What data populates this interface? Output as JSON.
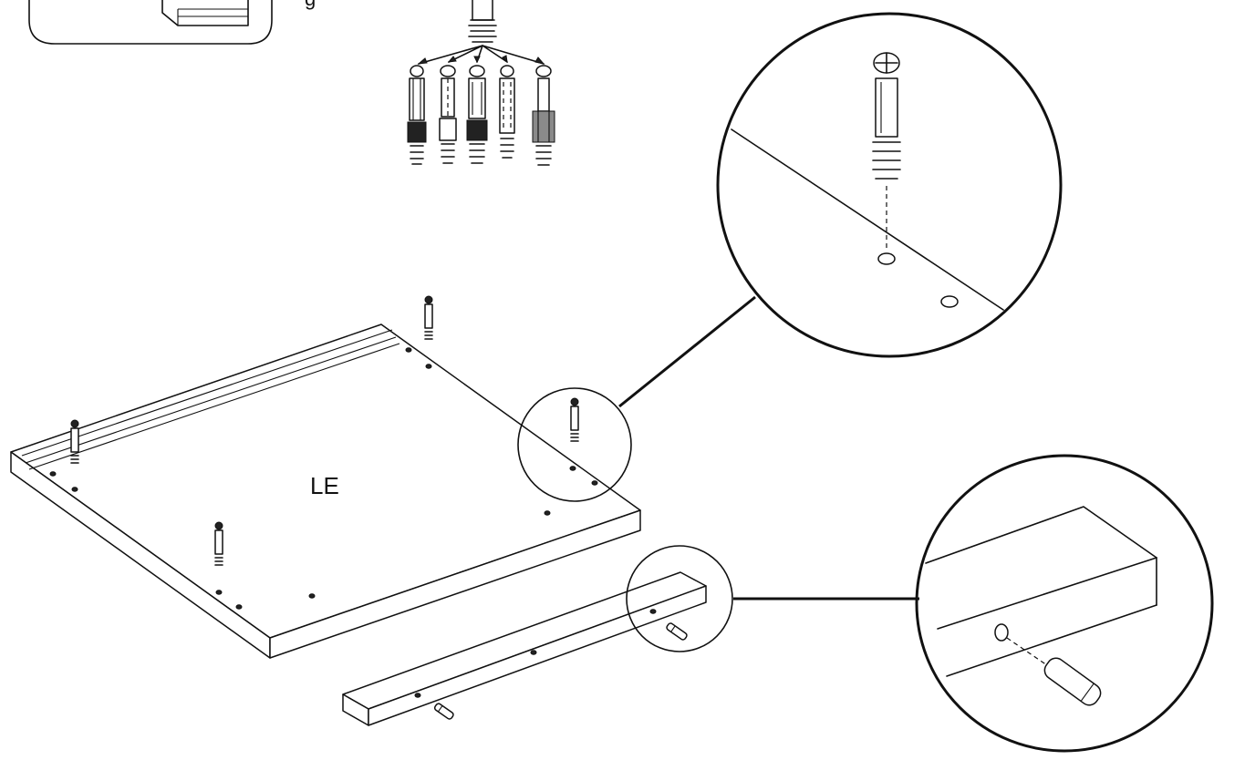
{
  "diagram": {
    "panel_label": "LE",
    "corner_text": "g",
    "views": [
      {
        "name": "cam-bolt-variants",
        "count": 5
      },
      {
        "name": "cam-bolt-detail"
      },
      {
        "name": "dowel-detail"
      }
    ]
  }
}
